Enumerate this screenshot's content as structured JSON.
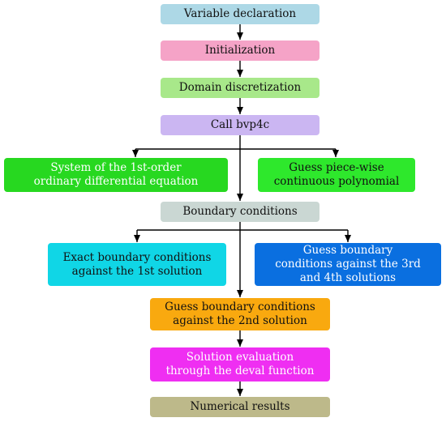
{
  "flowchart": {
    "nodes": {
      "variable_declaration": "Variable declaration",
      "initialization": "Initialization",
      "domain_discretization": "Domain discretization",
      "call_bvp4c": "Call bvp4c",
      "system_ode": "System of the 1st-order\nordinary differential equation",
      "guess_polynomial": "Guess piece-wise\ncontinuous polynomial",
      "boundary_conditions": "Boundary conditions",
      "exact_bc": "Exact boundary conditions\nagainst the 1st solution",
      "guess_bc_34": "Guess boundary\nconditions against the 3rd\nand 4th solutions",
      "guess_bc_2": "Guess boundary conditions\nagainst the 2nd solution",
      "solution_evaluation": "Solution evaluation\nthrough the deval function",
      "numerical_results": "Numerical results"
    },
    "colors": {
      "variable_declaration": "#add8e6",
      "initialization": "#f5a3c7",
      "domain_discretization": "#a8e88a",
      "call_bvp4c": "#cbb6f2",
      "system_ode": "#27d820",
      "guess_polynomial": "#2ee82c",
      "boundary_conditions": "#cad7d3",
      "exact_bc": "#10d6e6",
      "guess_bc_34": "#0a6fe0",
      "guess_bc_2": "#f9a90f",
      "solution_evaluation": "#ef2ef2",
      "numerical_results": "#bdb98a",
      "arrow": "#000000"
    },
    "edges": [
      [
        "variable_declaration",
        "initialization"
      ],
      [
        "initialization",
        "domain_discretization"
      ],
      [
        "domain_discretization",
        "call_bvp4c"
      ],
      [
        "call_bvp4c",
        "system_ode"
      ],
      [
        "call_bvp4c",
        "guess_polynomial"
      ],
      [
        "call_bvp4c",
        "boundary_conditions"
      ],
      [
        "boundary_conditions",
        "exact_bc"
      ],
      [
        "boundary_conditions",
        "guess_bc_34"
      ],
      [
        "boundary_conditions",
        "guess_bc_2"
      ],
      [
        "guess_bc_2",
        "solution_evaluation"
      ],
      [
        "solution_evaluation",
        "numerical_results"
      ]
    ]
  }
}
